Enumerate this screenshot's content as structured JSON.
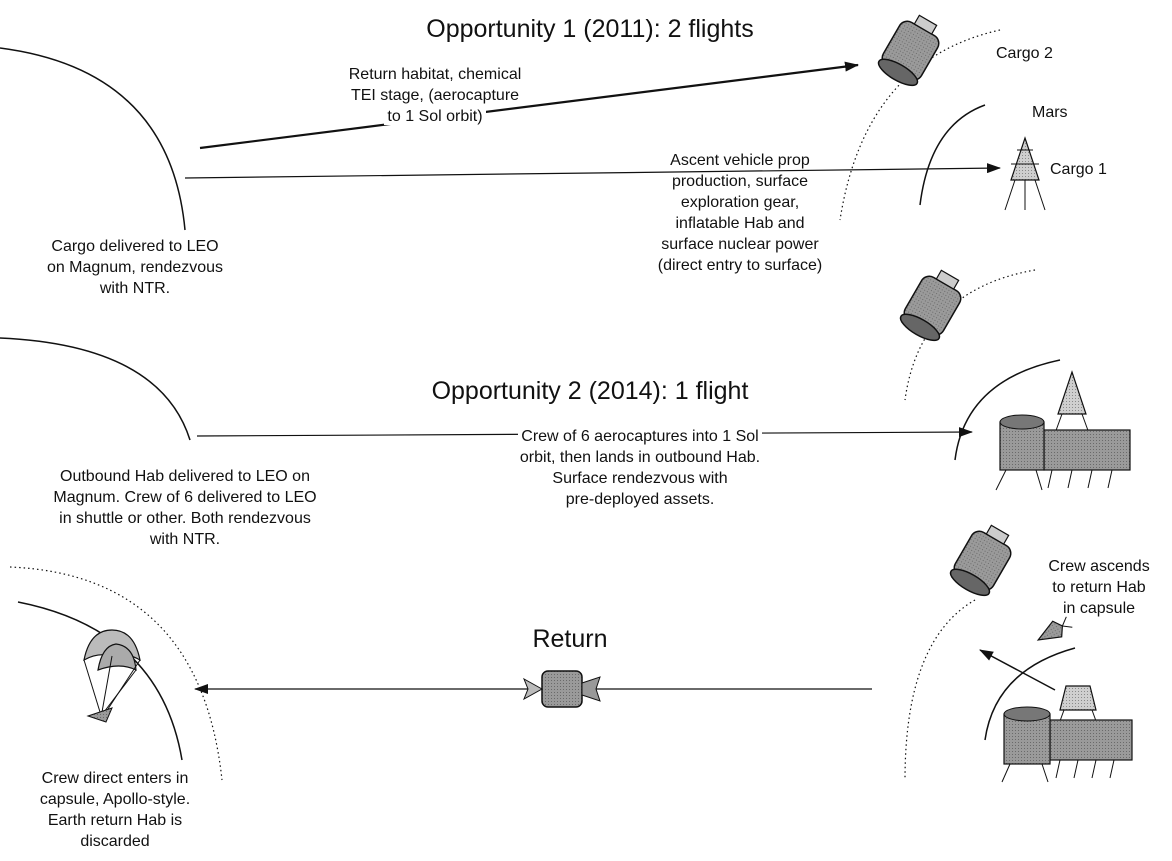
{
  "opportunity1": {
    "title": "Opportunity 1 (2011):  2 flights",
    "cargo2_label": "Cargo 2",
    "cargo1_label": "Cargo 1",
    "mars_label": "Mars",
    "cargo2_desc": [
      "Return habitat, chemical",
      "TEI stage, (aerocapture",
      "to 1 Sol orbit)"
    ],
    "cargo1_desc": [
      "Ascent vehicle prop",
      "production, surface",
      "exploration gear,",
      "inflatable Hab and",
      "surface nuclear power",
      "(direct entry to surface)"
    ],
    "earth_note": [
      "Cargo delivered to LEO",
      "on Magnum, rendezvous",
      "with NTR."
    ]
  },
  "opportunity2": {
    "title": "Opportunity 2 (2014):  1 flight",
    "crew_desc": [
      "Crew of 6 aerocaptures into 1 Sol",
      "orbit, then lands in outbound Hab.",
      "Surface rendezvous with",
      "pre-deployed assets."
    ],
    "earth_note": [
      "Outbound Hab delivered to LEO on",
      "Magnum. Crew of 6 delivered to LEO",
      "in shuttle or other. Both rendezvous",
      "with NTR."
    ]
  },
  "return_phase": {
    "title": "Return",
    "ascent_note": [
      "Crew ascends",
      "to return Hab",
      "in capsule"
    ],
    "earth_note": [
      "Crew direct enters in",
      "capsule, Apollo-style.",
      "Earth return Hab is",
      "discarded"
    ]
  },
  "colors": {
    "line": "#111111",
    "vehicle_dark": "#555555",
    "vehicle_light": "#bdbdbd"
  }
}
